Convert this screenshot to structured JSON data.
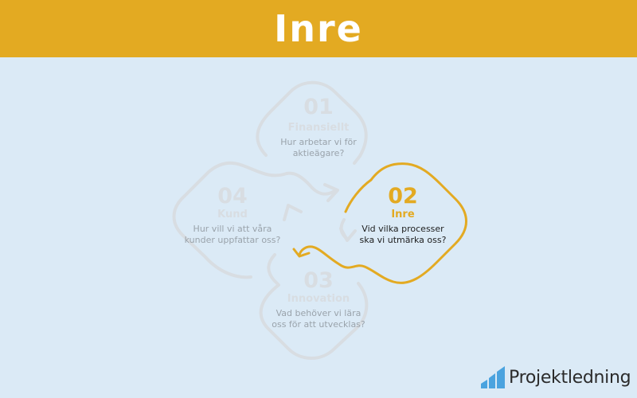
{
  "header": {
    "title": "Inre",
    "background": "#e3aa22"
  },
  "diagram": {
    "faded_color": "#d8dde2",
    "faded_text": "#a9b1b8",
    "active_color": "#e3aa22",
    "items": [
      {
        "number": "01",
        "title": "Finansiellt",
        "line1": "Hur arbetar vi för",
        "line2": "aktieägare?",
        "active": false
      },
      {
        "number": "02",
        "title": "Inre",
        "line1": "Vid vilka processer",
        "line2": "ska vi utmärka oss?",
        "active": true
      },
      {
        "number": "03",
        "title": "Innovation",
        "line1": "Vad behöver vi lära",
        "line2": "oss för att utvecklas?",
        "active": false
      },
      {
        "number": "04",
        "title": "Kund",
        "line1": "Hur vill vi att våra",
        "line2": "kunder uppfattar oss?",
        "active": false
      }
    ]
  },
  "logo": {
    "text": "Projektledning",
    "icon": "bar-chart-icon",
    "icon_color": "#4aa3df"
  }
}
